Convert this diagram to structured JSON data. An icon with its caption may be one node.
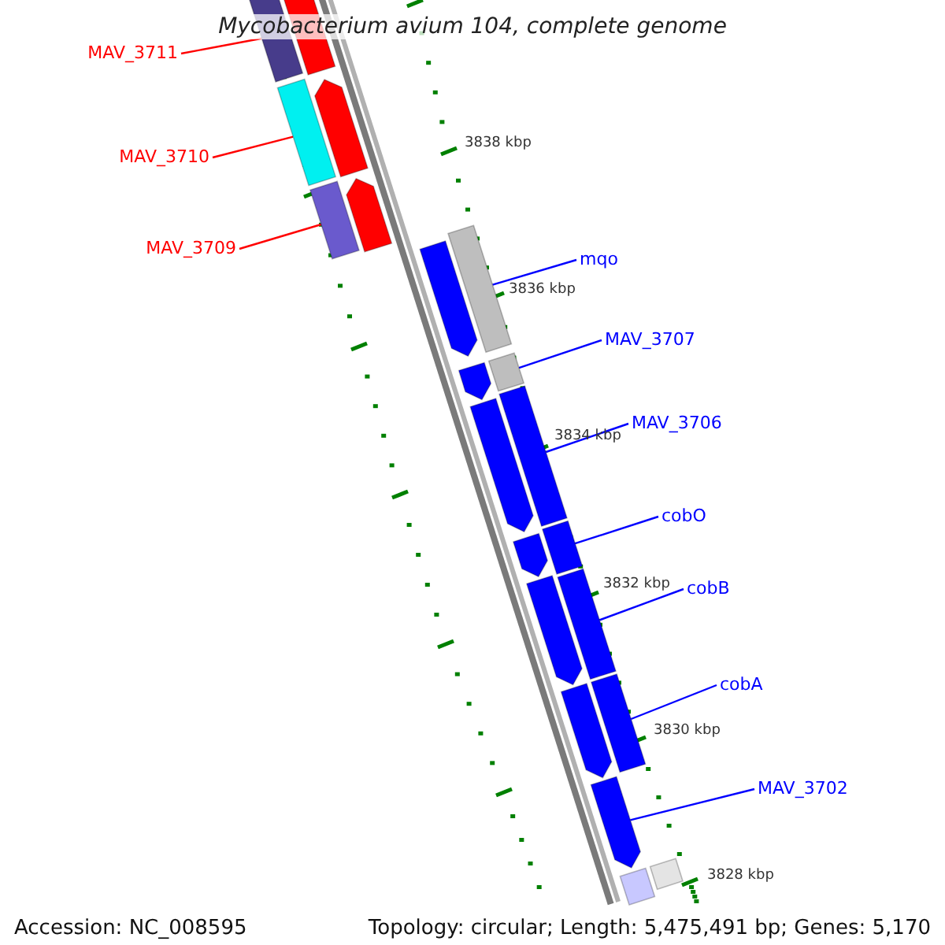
{
  "diagram": {
    "title": "Mycobacterium avium 104, complete genome",
    "nodes": [
      {
        "text": [
          "MAV_3711"
        ]
      },
      {
        "text": [],
        "shape": "bar"
      },
      {
        "text": [],
        "shape": "bar"
      },
      {
        "text": [
          "MAV_3710"
        ]
      },
      {
        "text": [],
        "shape": "bar"
      },
      {
        "text": [],
        "shape": "arrow"
      },
      {
        "text": [
          "MAV_3709"
        ]
      },
      {
        "text": [],
        "shape": "bar"
      },
      {
        "text": [],
        "shape": "arrow"
      },
      {
        "text": [
          "mqo"
        ]
      },
      {
        "text": [],
        "shape": "arrow"
      },
      {
        "text": [],
        "shape": "bar"
      },
      {
        "text": [
          "MAV_3707"
        ]
      },
      {
        "text": [],
        "shape": "arrow"
      },
      {
        "text": [],
        "shape": "bar"
      },
      {
        "text": [
          "MAV_3706"
        ]
      },
      {
        "text": [],
        "shape": "arrow"
      },
      {
        "text": [],
        "shape": "bar"
      },
      {
        "text": [
          "cobO"
        ]
      },
      {
        "text": [],
        "shape": "arrow"
      },
      {
        "text": [],
        "shape": "bar"
      },
      {
        "text": [],
        "shape": "bar"
      },
      {
        "text": [
          "cobB"
        ]
      },
      {
        "text": [],
        "shape": "arrow"
      },
      {
        "text": [
          "cobA"
        ]
      },
      {
        "text": [],
        "shape": "bar"
      },
      {
        "text": [],
        "shape": "arrow"
      },
      {
        "text": [
          "MAV_3702"
        ]
      },
      {
        "text": [],
        "shape": "arrow"
      },
      {
        "text": [],
        "shape": "bar"
      },
      {
        "text": [],
        "shape": "bar"
      }
    ],
    "edges": [
      {
        "from": 0,
        "to": 1,
        "arrow": "none",
        "color": "#ff0000"
      },
      {
        "from": 3,
        "to": 4,
        "arrow": "none",
        "color": "#ff0000"
      },
      {
        "from": 6,
        "to": 7,
        "arrow": "none",
        "color": "#ff0000"
      },
      {
        "from": 9,
        "to": 11,
        "arrow": "none"
      },
      {
        "from": 12,
        "to": 14,
        "arrow": "none"
      },
      {
        "from": 15,
        "to": 17,
        "arrow": "none"
      },
      {
        "from": 18,
        "to": 20,
        "arrow": "none"
      },
      {
        "from": 22,
        "to": 21,
        "arrow": "none"
      },
      {
        "from": 24,
        "to": 25,
        "arrow": "none"
      },
      {
        "from": 27,
        "to": 28,
        "arrow": "none"
      }
    ],
    "labels": [
      "3838 kbp",
      "3836 kbp",
      "3834 kbp",
      "3832 kbp",
      "3830 kbp",
      "3828 kbp",
      "Accession: NC_008595",
      "Topology: circular; Length: 5,475,491 bp; Genes: 5,170"
    ]
  }
}
